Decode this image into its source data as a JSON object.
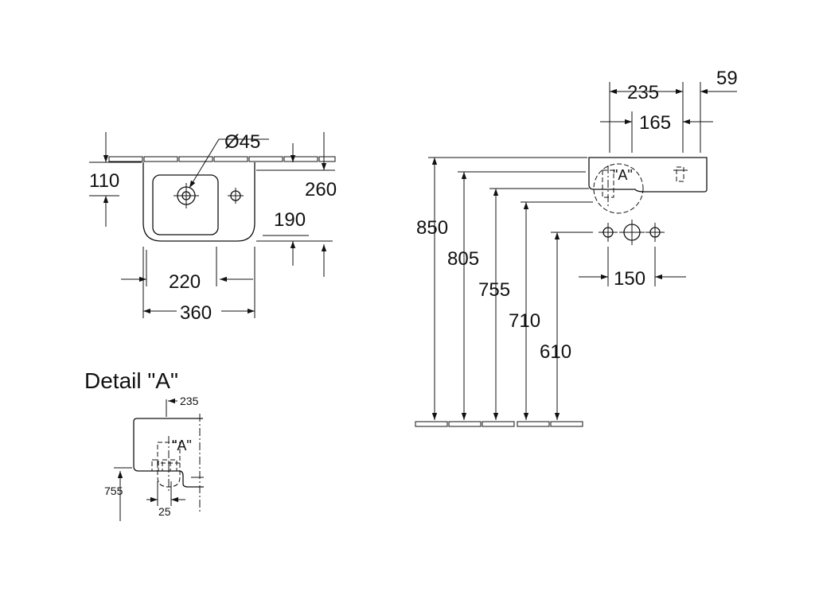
{
  "top_view": {
    "hole_diameter": "Ø45",
    "dim_110": "110",
    "dim_260": "260",
    "dim_190": "190",
    "dim_220": "220",
    "dim_360": "360"
  },
  "side_view": {
    "dim_235": "235",
    "dim_59": "59",
    "dim_165": "165",
    "dim_850": "850",
    "dim_805": "805",
    "dim_755": "755",
    "dim_710": "710",
    "dim_610": "610",
    "dim_150": "150",
    "detail_ref": "\"A\""
  },
  "detail": {
    "title": "Detail \"A\"",
    "ref_label": "\"A\"",
    "dim_235": "235",
    "dim_755": "755",
    "dim_25": "25"
  }
}
